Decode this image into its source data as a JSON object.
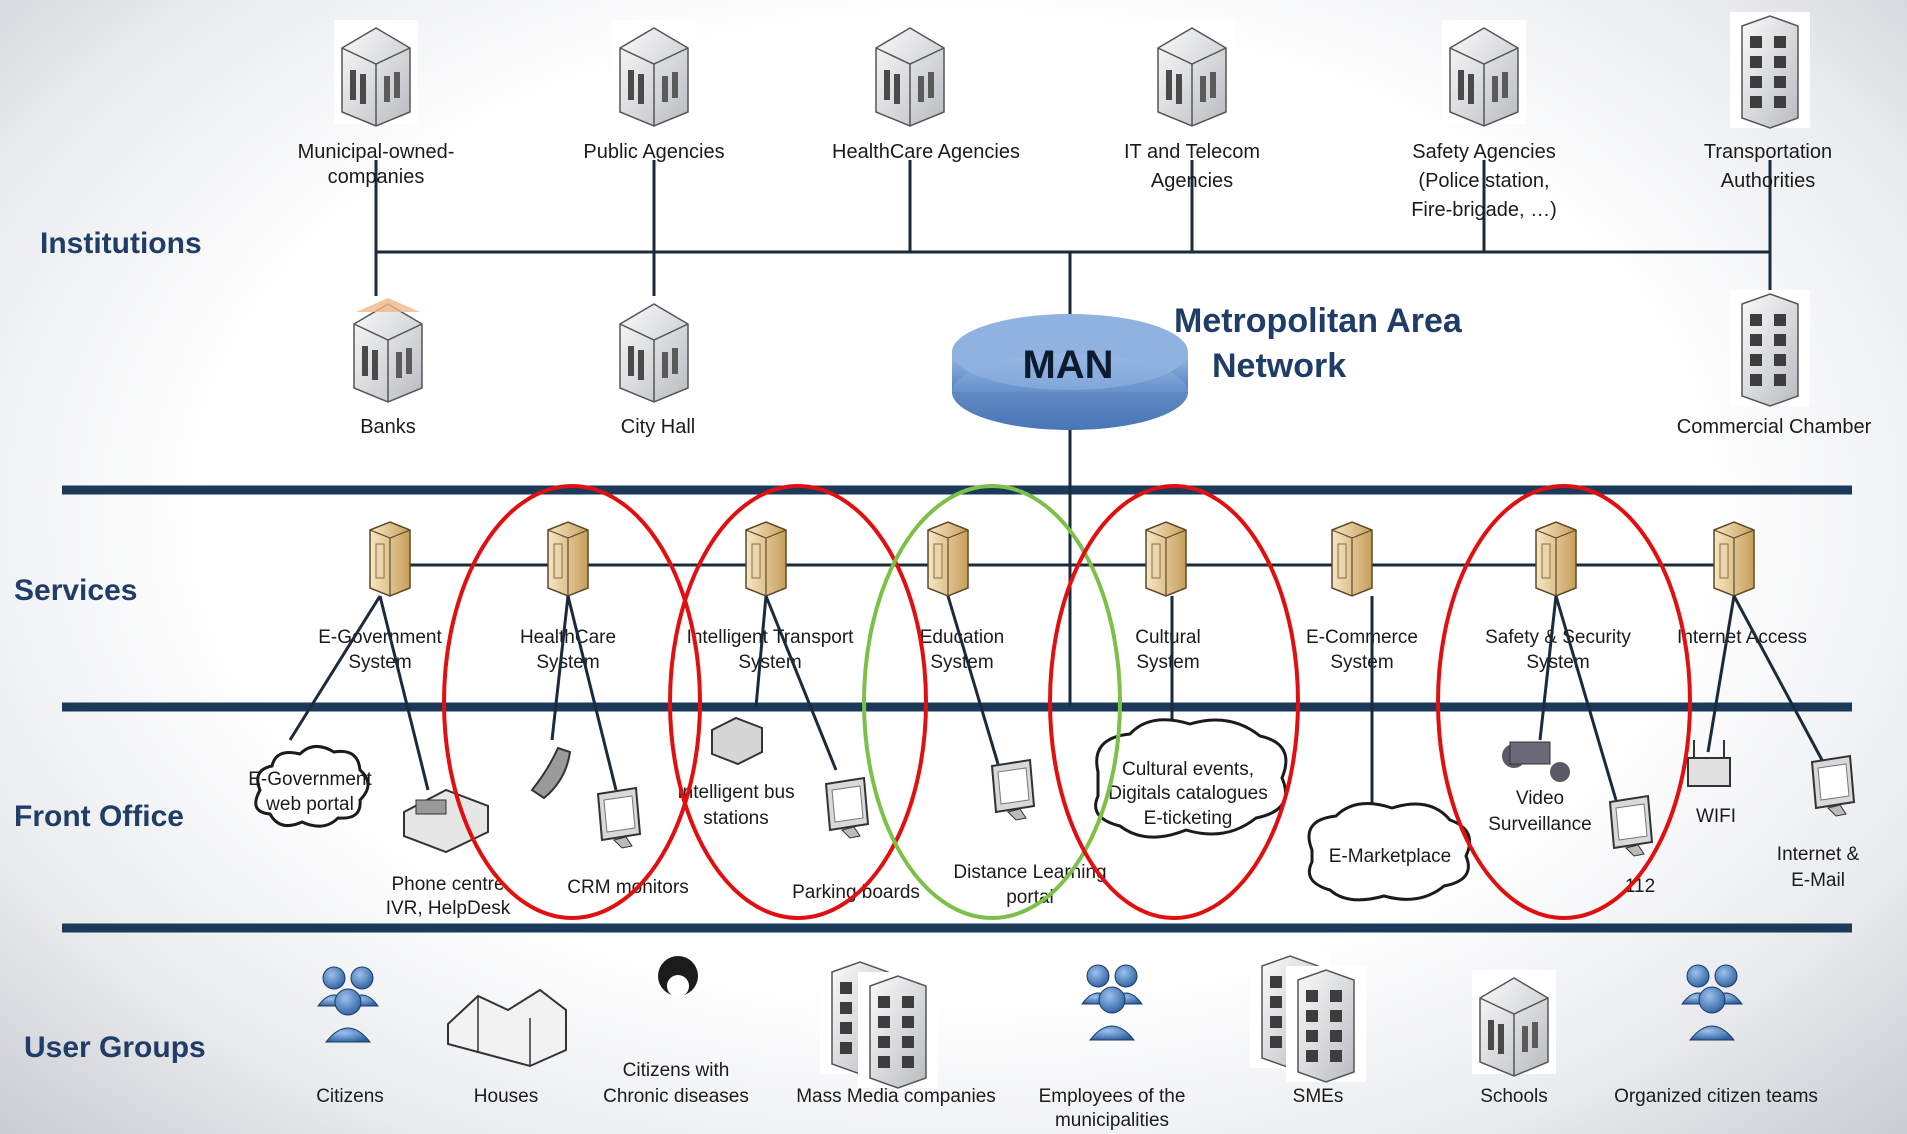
{
  "layers": {
    "institutions": "Institutions",
    "services": "Services",
    "front_office": "Front Office",
    "user_groups": "User Groups"
  },
  "network": {
    "man_label": "MAN",
    "title_line1": "Metropolitan Area",
    "title_line2": "Network"
  },
  "institutions": {
    "top": [
      {
        "line1": "Municipal-owned-",
        "line2": "companies"
      },
      {
        "line1": "Public Agencies",
        "line2": ""
      },
      {
        "line1": "HealthCare Agencies",
        "line2": ""
      },
      {
        "line1": "IT and Telecom",
        "line2": "Agencies"
      },
      {
        "line1": "Safety Agencies",
        "line2": "(Police station,",
        "line3": "Fire-brigade, …)"
      },
      {
        "line1": "Transportation",
        "line2": "Authorities"
      }
    ],
    "bottom": [
      {
        "line1": "Banks"
      },
      {
        "line1": "City Hall"
      },
      {
        "line1": "Commercial Chamber"
      }
    ]
  },
  "services": [
    {
      "line1": "E-Government",
      "line2": "System"
    },
    {
      "line1": "HealthCare",
      "line2": "System"
    },
    {
      "line1": "Intelligent Transport",
      "line2": "System"
    },
    {
      "line1": "Education",
      "line2": "System"
    },
    {
      "line1": "Cultural",
      "line2": "System"
    },
    {
      "line1": "E-Commerce",
      "line2": "System"
    },
    {
      "line1": "Safety & Security",
      "line2": "System"
    },
    {
      "line1": "Internet Access",
      "line2": ""
    }
  ],
  "front_office": {
    "egov_portal": {
      "line1": "E-Government",
      "line2": "web portal"
    },
    "phone_centre": {
      "line1": "Phone centre",
      "line2": "IVR, HelpDesk"
    },
    "crm": {
      "line1": "CRM monitors"
    },
    "bus_stations": {
      "line1": "Intelligent bus",
      "line2": "stations"
    },
    "parking": {
      "line1": "Parking boards"
    },
    "distance_learning": {
      "line1": "Distance Learning",
      "line2": "portal"
    },
    "cultural_events": {
      "line1": "Cultural events,",
      "line2": "Digitals catalogues",
      "line3": "E-ticketing"
    },
    "emarketplace": {
      "line1": "E-Marketplace"
    },
    "video": {
      "line1": "Video",
      "line2": "Surveillance"
    },
    "emergency": {
      "line1": "112"
    },
    "wifi": {
      "line1": "WIFI"
    },
    "internet_mail": {
      "line1": "Internet &",
      "line2": "E-Mail"
    }
  },
  "user_groups": [
    {
      "line1": "Citizens"
    },
    {
      "line1": "Houses"
    },
    {
      "line1": "Citizens with",
      "line2": "Chronic diseases"
    },
    {
      "line1": "Mass Media companies"
    },
    {
      "line1": "Employees of the",
      "line2": "municipalities"
    },
    {
      "line1": "SMEs"
    },
    {
      "line1": "Schools"
    },
    {
      "line1": "Organized citizen teams"
    }
  ],
  "icons": {
    "institution": "office-building-icon",
    "service": "server-tower-icon",
    "network": "man-cloud-icon",
    "user_group": "people-group-icon"
  },
  "colors": {
    "layer_text": "#1f3d66",
    "bus_line": "#1b3a5a",
    "highlight_red": "#e01010",
    "highlight_green": "#7cc04a",
    "man_disk": "#6f9ad2"
  }
}
